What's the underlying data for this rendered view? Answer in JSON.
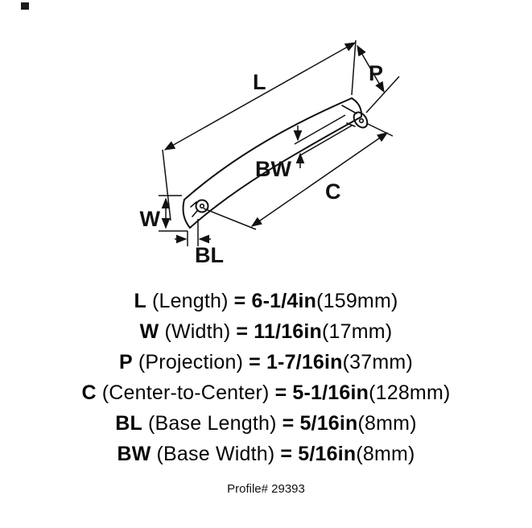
{
  "diagram": {
    "dim_labels": {
      "l": "L",
      "p": "P",
      "bw": "BW",
      "c": "C",
      "w": "W",
      "bl": "BL"
    },
    "line_color": "#111111",
    "background": "#ffffff"
  },
  "specs": [
    {
      "abbr": "L",
      "name": "(Length)",
      "eq": "=",
      "value": "6-1/4in",
      "metric": "(159mm)"
    },
    {
      "abbr": "W",
      "name": "(Width)",
      "eq": "=",
      "value": "11/16in",
      "metric": "(17mm)"
    },
    {
      "abbr": "P",
      "name": "(Projection)",
      "eq": "=",
      "value": "1-7/16in",
      "metric": "(37mm)"
    },
    {
      "abbr": "C",
      "name": "(Center-to-Center)",
      "eq": "=",
      "value": "5-1/16in",
      "metric": "(128mm)"
    },
    {
      "abbr": "BL",
      "name": "(Base Length)",
      "eq": "=",
      "value": "5/16in",
      "metric": "(8mm)"
    },
    {
      "abbr": "BW",
      "name": "(Base Width)",
      "eq": "=",
      "value": "5/16in",
      "metric": "(8mm)"
    }
  ],
  "footer": {
    "profile": "Profile# 29393"
  }
}
